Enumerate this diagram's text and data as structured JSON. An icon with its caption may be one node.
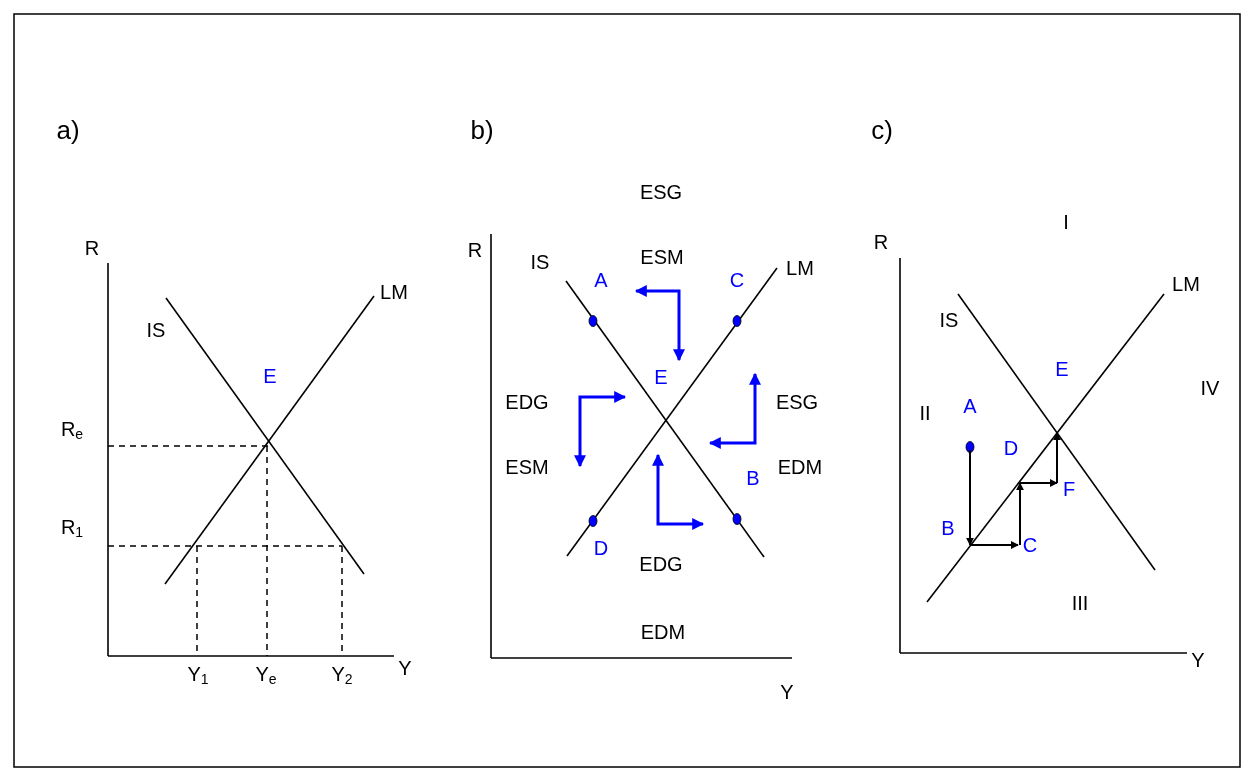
{
  "diagram": {
    "labels": [
      "a)",
      "b)",
      "c)",
      "R",
      "IS",
      "LM",
      "E",
      "R$_{e}$",
      "R$_{1}$",
      "Y$_{1}$",
      "Y$_{e}$",
      "Y$_{2}$",
      "Y",
      "ESG",
      "R",
      "IS",
      "ESM",
      "A",
      "C",
      "LM",
      "E",
      "EDG",
      "ESG",
      "ESM",
      "EDM",
      "B",
      "D",
      "EDG",
      "EDM",
      "Y",
      "I",
      "R",
      "LM",
      "IS",
      "E",
      "IV",
      "II",
      "A",
      "D",
      "F",
      "B",
      "C",
      "III",
      "Y"
    ]
  }
}
